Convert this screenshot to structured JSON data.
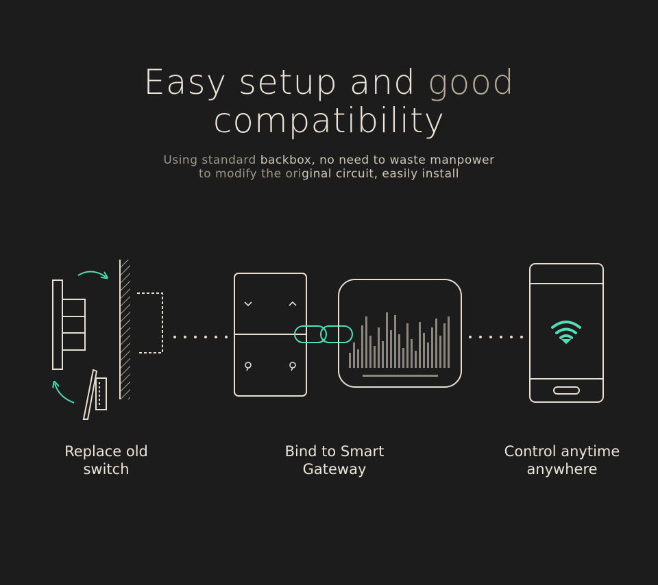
{
  "headline": {
    "line1_main": "Easy setup and ",
    "line1_fade": "good",
    "line2": "compatibility"
  },
  "subtitle": {
    "line1_dim": "Using standard ",
    "line1_main": " backbox, no need to waste manpower",
    "line2_dim": "to modify the ori",
    "line2_main": "ginal circuit, easily install"
  },
  "steps": [
    {
      "caption_line1": "Replace old",
      "caption_line2": "switch",
      "icon": "wall-switch-replace-icon"
    },
    {
      "caption_line1": "Bind to Smart",
      "caption_line2": "Gateway",
      "icon": "smart-gateway-link-icon"
    },
    {
      "caption_line1": "Control anytime",
      "caption_line2": "anywhere",
      "icon": "smartphone-wifi-icon"
    }
  ],
  "colors": {
    "background": "#1c1c1c",
    "line": "#e8dfd3",
    "accent": "#4de0b8"
  }
}
